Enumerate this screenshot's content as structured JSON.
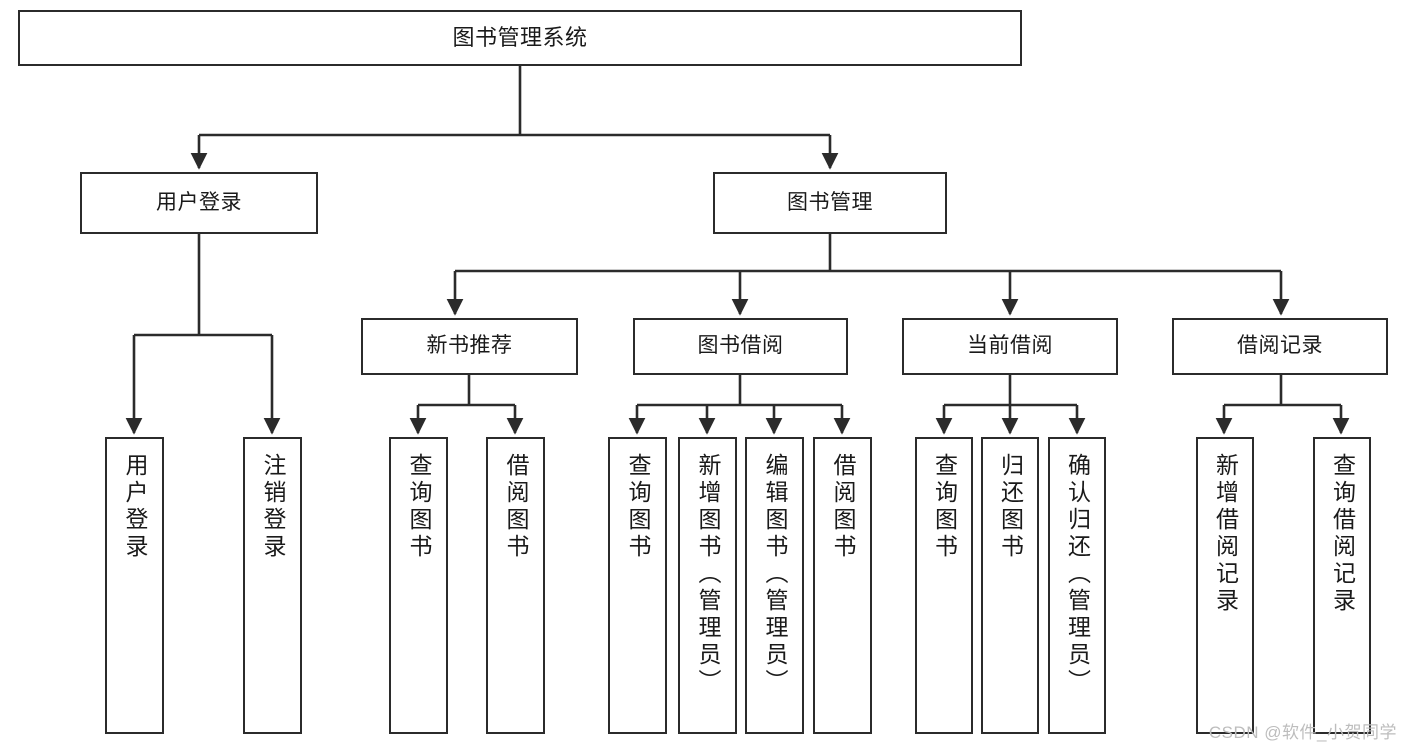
{
  "diagram": {
    "title": "图书管理系统",
    "type": "tree",
    "orientation": "top-down",
    "watermark": "CSDN @软件_小贺同学",
    "colors": {
      "box_border": "#2b2b2b",
      "box_fill": "#ffffff",
      "edge": "#2b2b2b",
      "text": "#1a1a1a",
      "watermark": "#bdbdbd",
      "background": "#ffffff"
    },
    "nodes": {
      "root": {
        "label": "图书管理系统"
      },
      "level2": [
        {
          "id": "user-login",
          "label": "用户登录"
        },
        {
          "id": "book-manage",
          "label": "图书管理"
        }
      ],
      "level3": [
        {
          "id": "new-book-recommend",
          "label": "新书推荐"
        },
        {
          "id": "book-borrow",
          "label": "图书借阅"
        },
        {
          "id": "current-borrow",
          "label": "当前借阅"
        },
        {
          "id": "borrow-record",
          "label": "借阅记录"
        }
      ],
      "leaves": {
        "user-login": [
          {
            "id": "leaf-user-login",
            "label": "用户登录"
          },
          {
            "id": "leaf-logout-login",
            "label": "注销登录"
          }
        ],
        "new-book-recommend": [
          {
            "id": "leaf-query-book-1",
            "label": "查询图书"
          },
          {
            "id": "leaf-borrow-book-1",
            "label": "借阅图书"
          }
        ],
        "book-borrow": [
          {
            "id": "leaf-query-book-2",
            "label": "查询图书"
          },
          {
            "id": "leaf-add-book",
            "label": "新增图书（管理员）"
          },
          {
            "id": "leaf-edit-book",
            "label": "编辑图书（管理员）"
          },
          {
            "id": "leaf-borrow-book-2",
            "label": "借阅图书"
          }
        ],
        "current-borrow": [
          {
            "id": "leaf-query-book-3",
            "label": "查询图书"
          },
          {
            "id": "leaf-return-book",
            "label": "归还图书"
          },
          {
            "id": "leaf-confirm-return",
            "label": "确认归还（管理员）"
          }
        ],
        "borrow-record": [
          {
            "id": "leaf-add-record",
            "label": "新增借阅记录"
          },
          {
            "id": "leaf-query-record",
            "label": "查询借阅记录"
          }
        ]
      }
    }
  }
}
